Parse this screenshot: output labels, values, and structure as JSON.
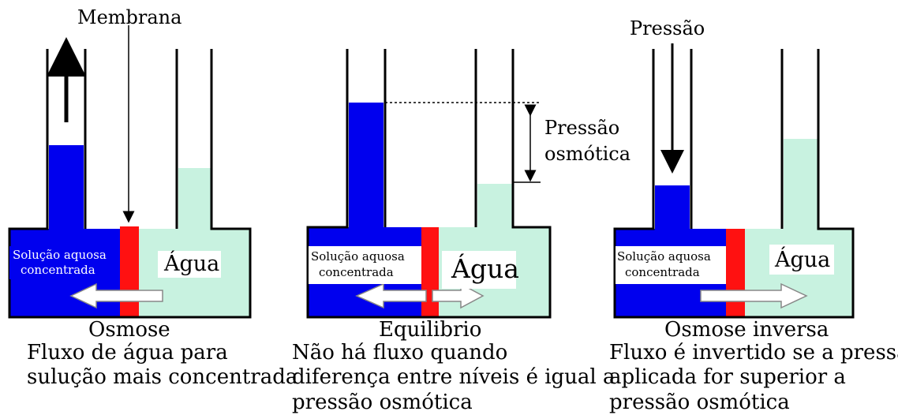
{
  "colors": {
    "solution": "#0000ee",
    "water": "#c8f2e0",
    "membrane": "#ff1111",
    "outline": "#000000",
    "background": "#ffffff"
  },
  "top_labels": {
    "membrane": "Membrana",
    "pressure": "Pressão",
    "osmotic_pressure_line1": "Pressão",
    "osmotic_pressure_line2": "osmótica"
  },
  "panels": [
    {
      "id": "osmose",
      "solution_label_line1": "Solução aquosa",
      "solution_label_line2": "concentrada",
      "water_label": "Água",
      "title": "Osmose",
      "caption": [
        "Fluxo de água para",
        "sulução mais concentrada"
      ],
      "flow_direction": "into-solution"
    },
    {
      "id": "equilibrio",
      "solution_label_line1": "Solução aquosa",
      "solution_label_line2": "concentrada",
      "water_label": "Água",
      "title": "Equilibrio",
      "caption": [
        "Não há fluxo quando",
        "diferença entre níveis é igual a",
        "pressão osmótica"
      ],
      "flow_direction": "both"
    },
    {
      "id": "osmose-inversa",
      "solution_label_line1": "Solução aquosa",
      "solution_label_line2": "concentrada",
      "water_label": "Água",
      "title": "Osmose inversa",
      "caption": [
        "Fluxo é invertido se a pressão",
        "aplicada for superior a",
        "pressão osmótica"
      ],
      "flow_direction": "into-water"
    }
  ]
}
